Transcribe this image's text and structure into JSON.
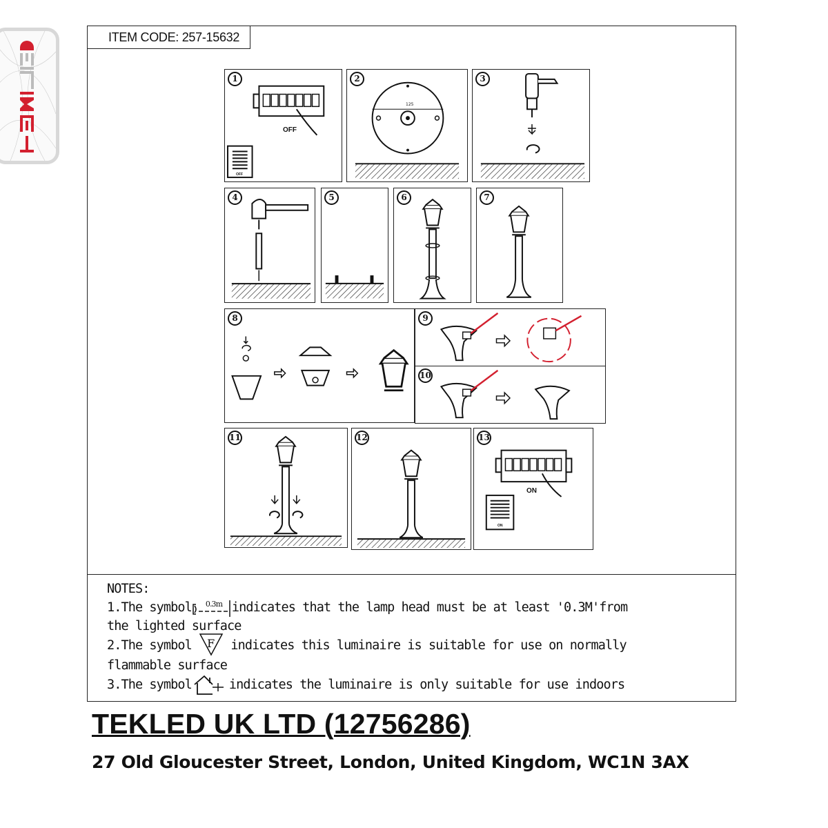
{
  "logo": {
    "text": "TEKLED",
    "accent": "#d3202f"
  },
  "item_code": "ITEM CODE: 257-15632",
  "steps": [
    {
      "number": "1",
      "label": "OFF",
      "sub_label": "OFF"
    },
    {
      "number": "2",
      "dimension": "125"
    },
    {
      "number": "3"
    },
    {
      "number": "4"
    },
    {
      "number": "5"
    },
    {
      "number": "6"
    },
    {
      "number": "7"
    },
    {
      "number": "8"
    },
    {
      "number": "9"
    },
    {
      "number": "10"
    },
    {
      "number": "11"
    },
    {
      "number": "12"
    },
    {
      "number": "13",
      "label": "ON",
      "sub_label": "ON"
    }
  ],
  "notes": {
    "title": "NOTES:",
    "note1_a": "1.The symbol",
    "note1_sym": "0.3m",
    "note1_b": "indicates that the lamp head must be at least '0.3M'from",
    "note1_c": "the lighted surface",
    "note2_a": "2.The symbol",
    "note2_sym": "F",
    "note2_b": "indicates this luminaire is suitable for use on normally",
    "note2_c": "flammable surface",
    "note3_a": "3.The symbol",
    "note3_b": "indicates the luminaire is only suitable for use indoors"
  },
  "company": "TEKLED UK LTD (12756286)",
  "address": "27 Old Gloucester Street, London, United Kingdom, WC1N 3AX"
}
